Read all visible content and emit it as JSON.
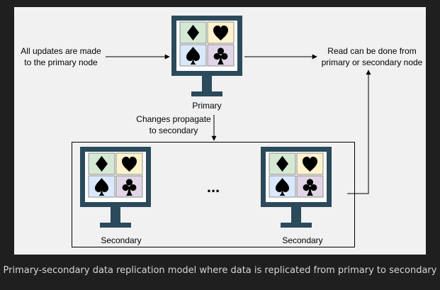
{
  "diagram": {
    "left_note": [
      "All updates are made",
      "to the primary node"
    ],
    "right_note": [
      "Read can be done from",
      "primary or secondary node"
    ],
    "propagate_note": [
      "Changes propagate",
      "to secondary"
    ],
    "primary_label": "Primary",
    "secondary_left_label": "Secondary",
    "secondary_right_label": "Secondary",
    "ellipsis": "...",
    "tile_colors": {
      "diamond": "#d5e8d4",
      "heart": "#fff2cc",
      "spade": "#dae8fc",
      "club": "#e1d5e7"
    },
    "monitor_color": "#2b4a5b",
    "icons": [
      "diamond-suit-icon",
      "heart-suit-icon",
      "spade-suit-icon",
      "club-suit-icon"
    ]
  },
  "caption": "Primary-secondary data replication model where data is replicated from primary to secondary"
}
